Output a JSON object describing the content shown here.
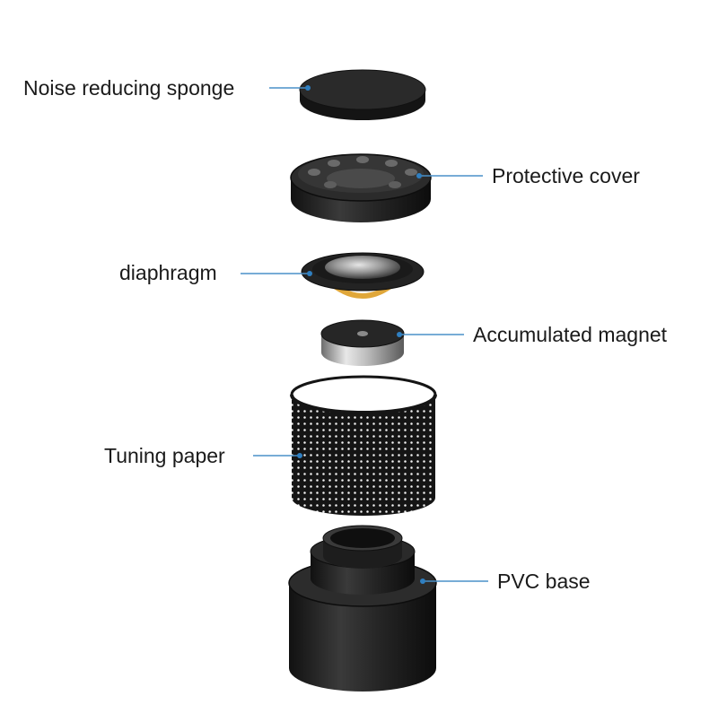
{
  "labels": {
    "sponge": "Noise reducing sponge",
    "cover": "Protective cover",
    "diaphragm": "diaphragm",
    "magnet": "Accumulated magnet",
    "tuning_paper": "Tuning paper",
    "base": "PVC base"
  },
  "colors": {
    "leader_line": "#4a90c8",
    "part_black": "#1c1c1c",
    "magnet_silver": "#c8c8c8",
    "diaphragm_gold": "#e0a73a"
  }
}
